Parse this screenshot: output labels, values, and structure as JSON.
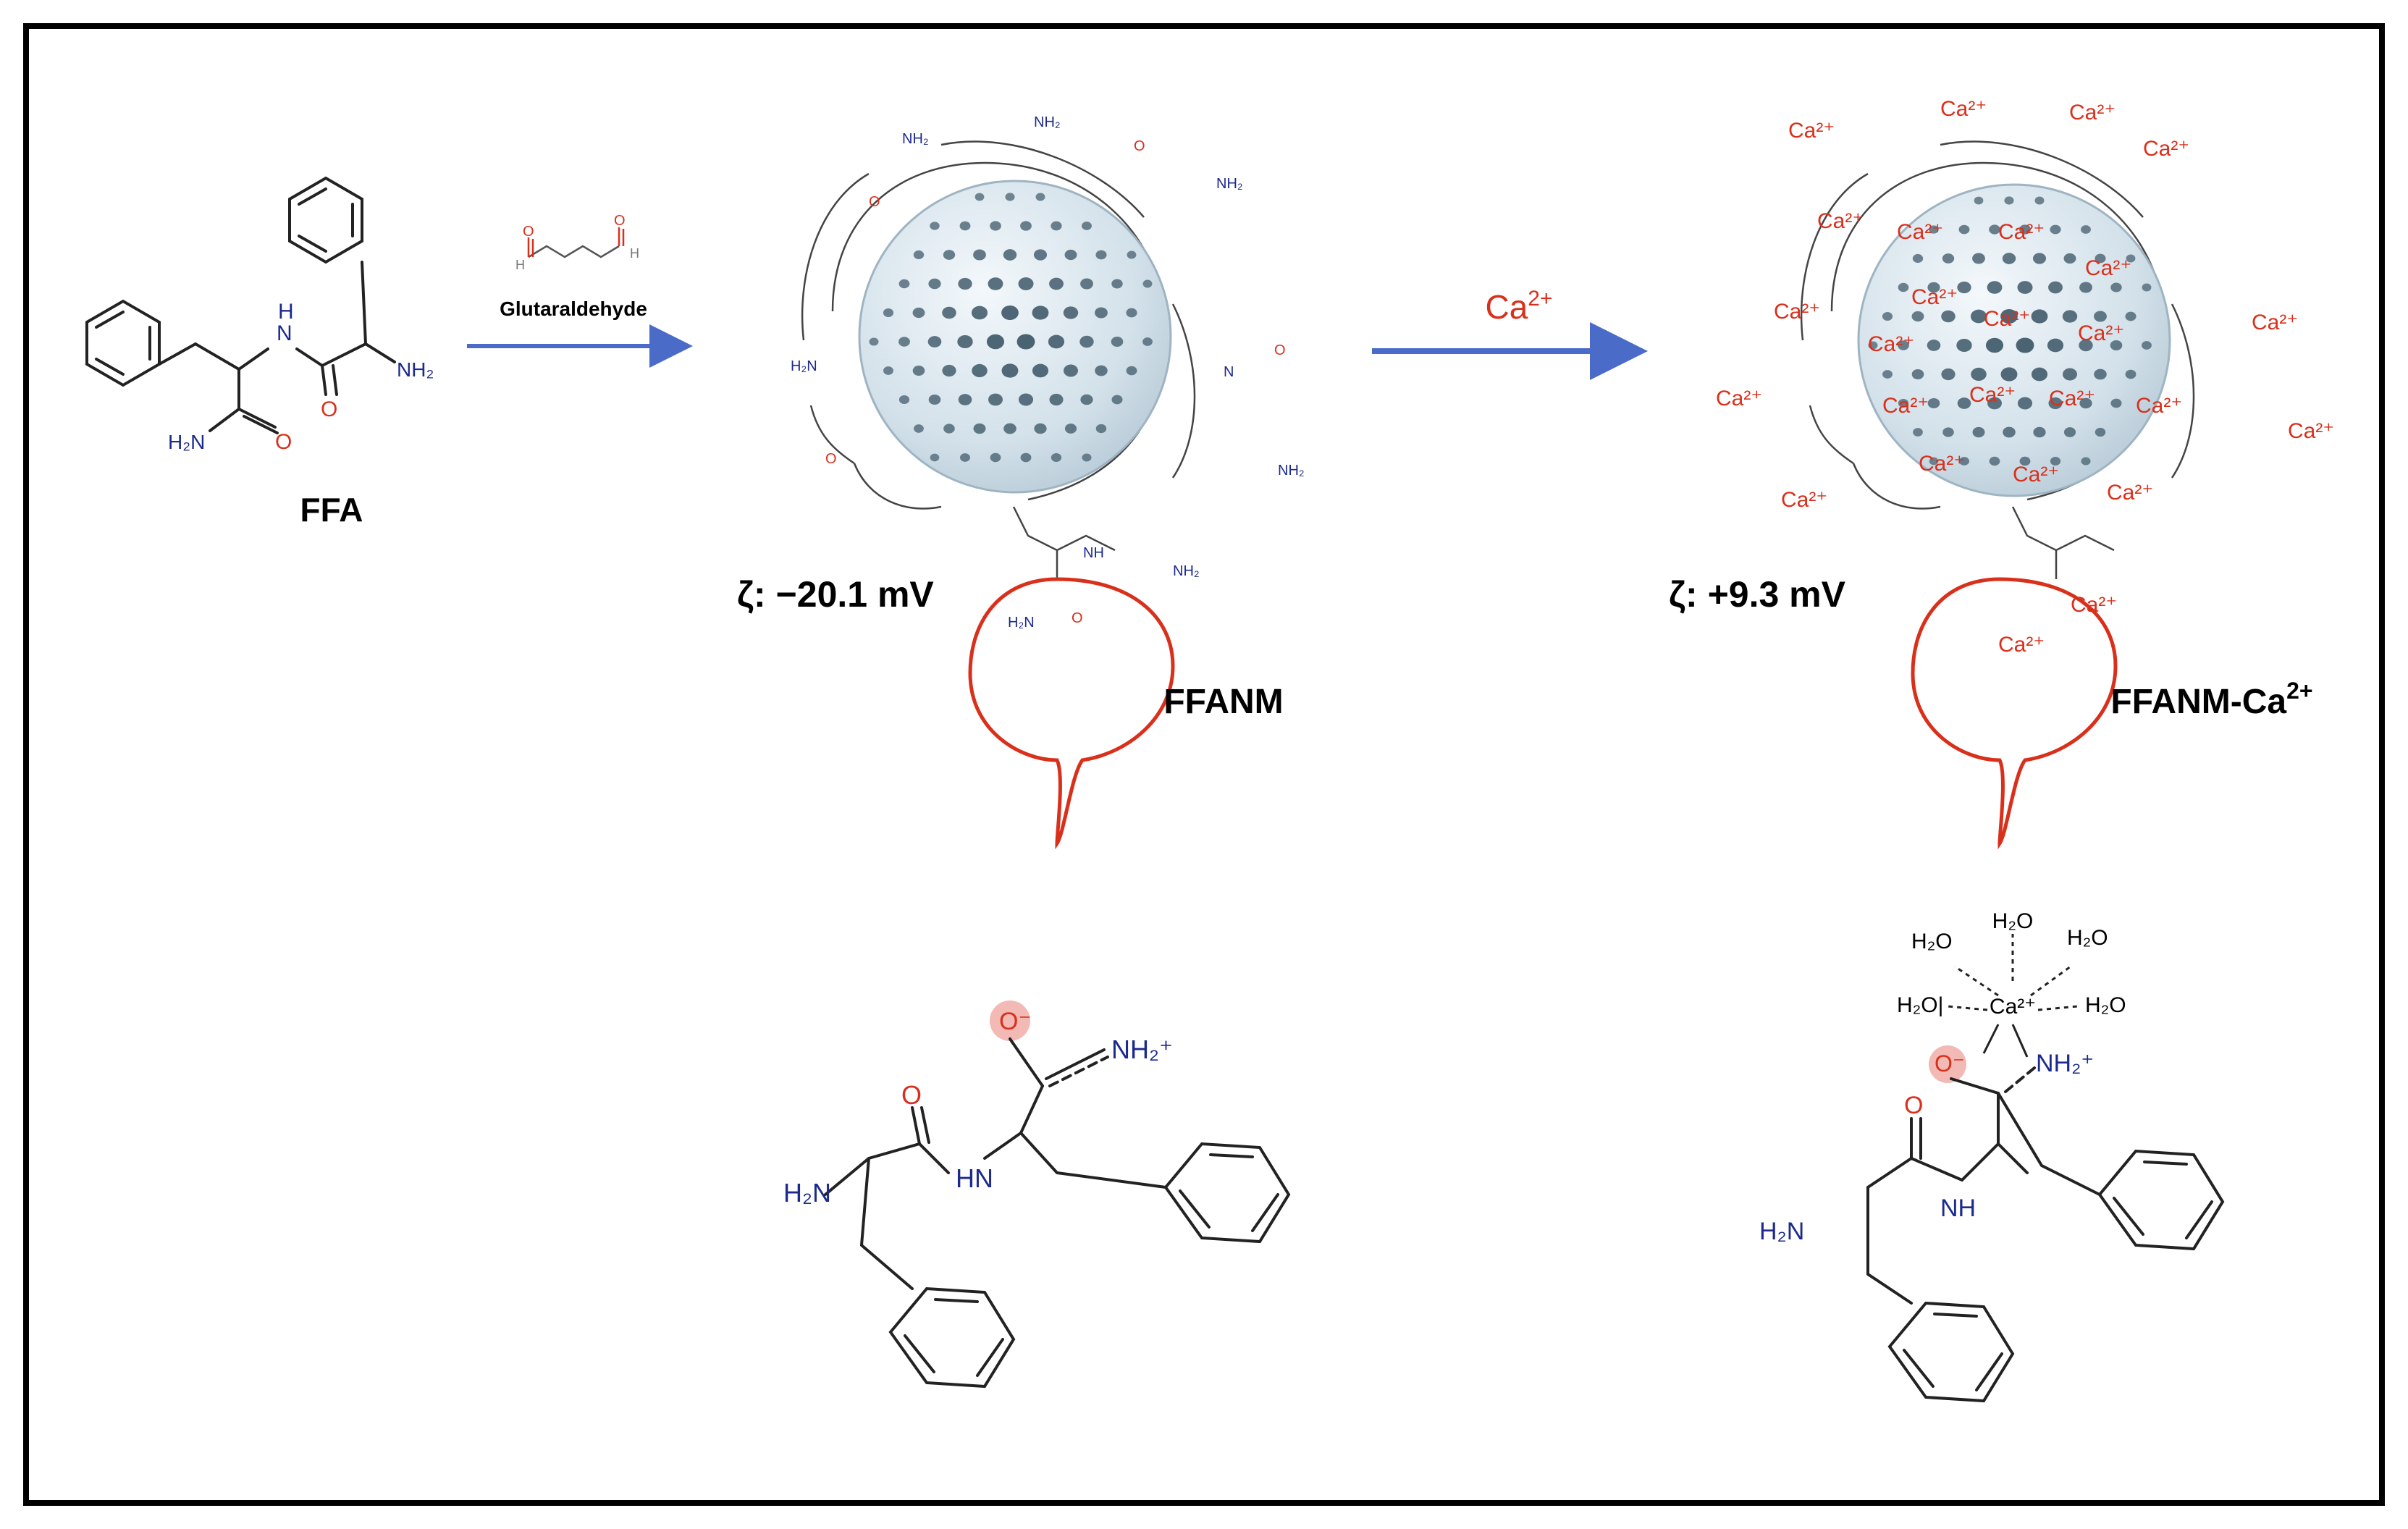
{
  "ffa": {
    "label": "FFA",
    "h2n": "H₂N",
    "nh2": "NH₂",
    "n": "N",
    "h": "H",
    "o1": "O",
    "o2": "O"
  },
  "step1": {
    "reagent": "Glutaraldehyde",
    "h1": "H",
    "h2": "H",
    "o1": "O",
    "o2": "O"
  },
  "step2": {
    "reagent_base": "Ca",
    "reagent_sup": "2+"
  },
  "ffanm": {
    "label": "FFANM",
    "zeta": "ζ: −20.1 mV"
  },
  "ffanm_ca": {
    "label_base": "FFANM-Ca",
    "label_sup": "2+",
    "zeta": "ζ: +9.3 mV",
    "ion": "Ca²⁺"
  },
  "shell": {
    "amide": "NH₂",
    "n": "N",
    "o": "O",
    "h2n": "H₂N",
    "nh": "NH"
  },
  "detail_left": {
    "o_minus": "O⁻",
    "nh2_plus": "NH₂⁺",
    "o": "O",
    "hn": "HN",
    "h2n": "H₂N"
  },
  "detail_right": {
    "water": "H₂O",
    "water_l": "H₂O|",
    "ca": "Ca²⁺",
    "o_minus": "O⁻",
    "nh2_plus": "NH₂⁺",
    "o": "O",
    "nh": "NH",
    "h2n": "H₂N"
  },
  "colors": {
    "arrow": "#4a6cc8",
    "red": "#d9301c",
    "blue": "#1c2a8e",
    "sphere": "#d7e4ec",
    "pore": "#3e5868",
    "frame": "#000000"
  }
}
